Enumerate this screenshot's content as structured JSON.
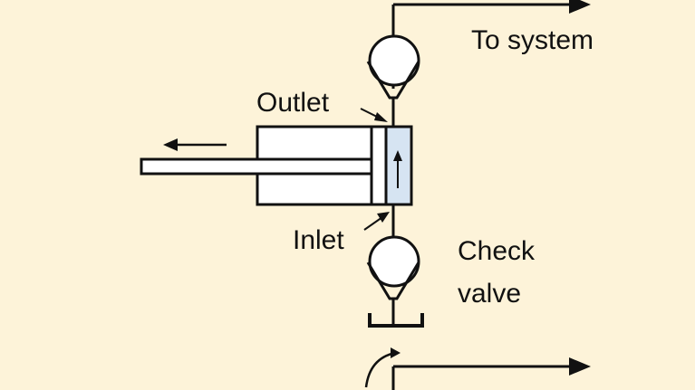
{
  "diagram": {
    "labels": {
      "to_system": "To system",
      "outlet": "Outlet",
      "inlet": "Inlet",
      "check_valve_line1": "Check",
      "check_valve_line2": "valve"
    }
  },
  "colors": {
    "background": "#fdf3d9",
    "stroke": "#111111",
    "cylinder_fill": "#ffffff",
    "piston_chamber_fill": "#d6e4f2"
  }
}
